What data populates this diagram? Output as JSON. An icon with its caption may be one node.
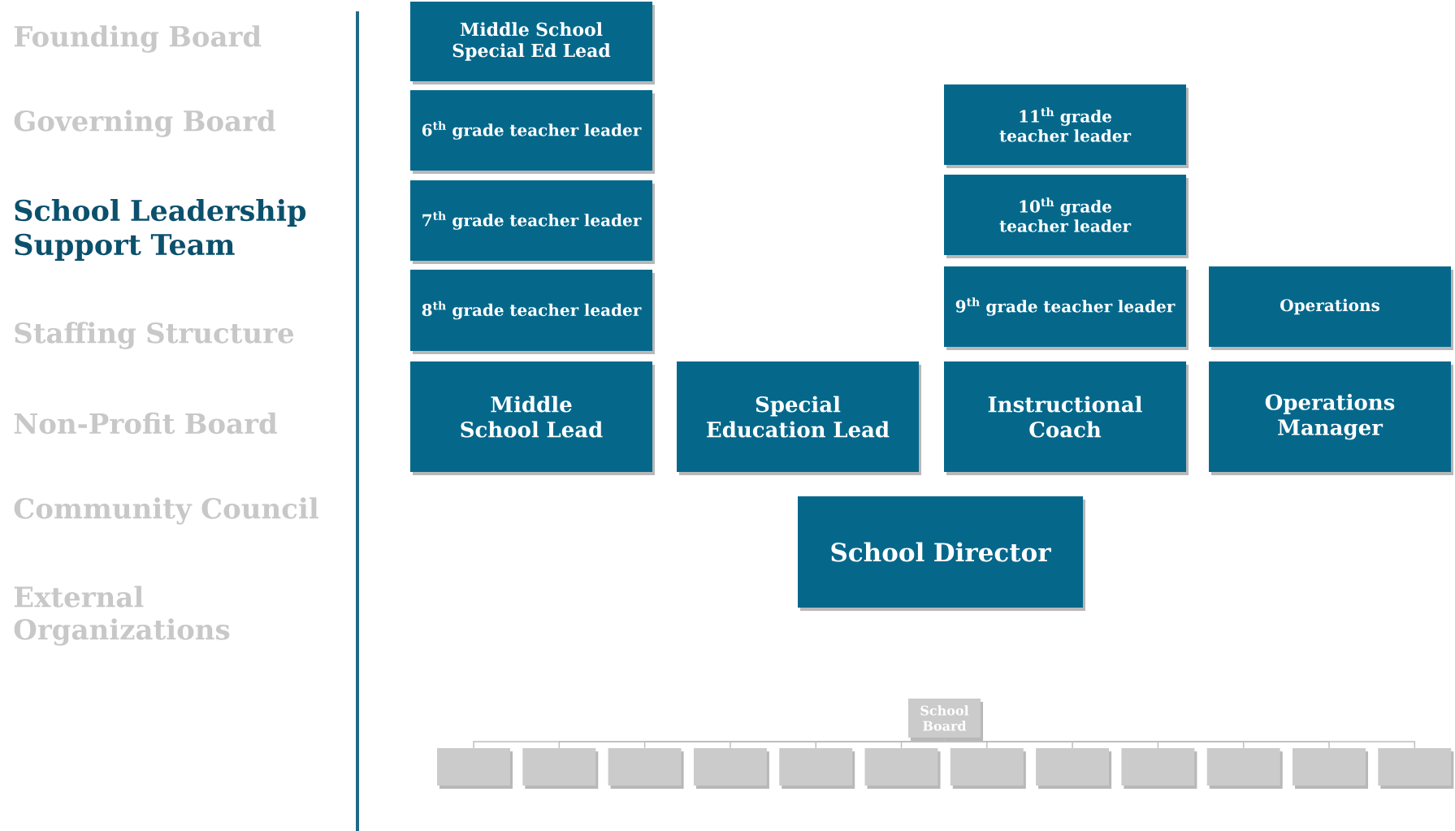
{
  "diagram": {
    "nodes": [
      {
        "text": [
          "Middle School Special Ed Lead"
        ]
      },
      {
        "text": [
          "6$^{th}$ grade teacher leader"
        ]
      },
      {
        "text": [
          "11$^{th}$ grade teacher leader"
        ]
      },
      {
        "text": [
          "7$^{th}$ grade teacher leader"
        ]
      },
      {
        "text": [
          "10$^{th}$ grade teacher leader"
        ]
      },
      {
        "text": [
          "8$^{th}$ grade teacher leader"
        ]
      },
      {
        "text": [
          "9$^{th}$ grade teacher leader"
        ]
      },
      {
        "text": [
          "Operations"
        ]
      },
      {
        "text": [
          "Middle School Lead"
        ]
      },
      {
        "text": [
          "Special Education Lead"
        ]
      },
      {
        "text": [
          "Instructional Coach"
        ]
      },
      {
        "text": [
          "Operations Manager"
        ]
      },
      {
        "text": [
          "School Director"
        ]
      },
      {
        "text": [
          "School Board"
        ]
      },
      {
        "text": [],
        "shape": "box"
      },
      {
        "text": [],
        "shape": "box"
      },
      {
        "text": [],
        "shape": "box"
      },
      {
        "text": [],
        "shape": "box"
      },
      {
        "text": [],
        "shape": "box"
      },
      {
        "text": [],
        "shape": "box"
      },
      {
        "text": [],
        "shape": "box"
      },
      {
        "text": [],
        "shape": "box"
      },
      {
        "text": [],
        "shape": "box"
      },
      {
        "text": [],
        "shape": "box"
      },
      {
        "text": [],
        "shape": "box"
      },
      {
        "text": [],
        "shape": "box"
      }
    ],
    "edges": [
      {
        "from": 13,
        "to": 14,
        "arrow": "none"
      },
      {
        "from": 13,
        "to": 15,
        "arrow": "none"
      },
      {
        "from": 13,
        "to": 16,
        "arrow": "none"
      },
      {
        "from": 13,
        "to": 17,
        "arrow": "none"
      },
      {
        "from": 13,
        "to": 18,
        "arrow": "none"
      },
      {
        "from": 13,
        "to": 19,
        "arrow": "none"
      },
      {
        "from": 13,
        "to": 20,
        "arrow": "none"
      },
      {
        "from": 13,
        "to": 21,
        "arrow": "none"
      },
      {
        "from": 13,
        "to": 22,
        "arrow": "none"
      },
      {
        "from": 13,
        "to": 23,
        "arrow": "none"
      },
      {
        "from": 13,
        "to": 24,
        "arrow": "none"
      },
      {
        "from": 13,
        "to": 25,
        "arrow": "none"
      }
    ],
    "labels": [
      "Founding Board",
      "Governing Board",
      "School Leadership Support Team",
      "Staffing Structure",
      "Non-Profit Board",
      "Community Council",
      "External Organizations"
    ]
  }
}
